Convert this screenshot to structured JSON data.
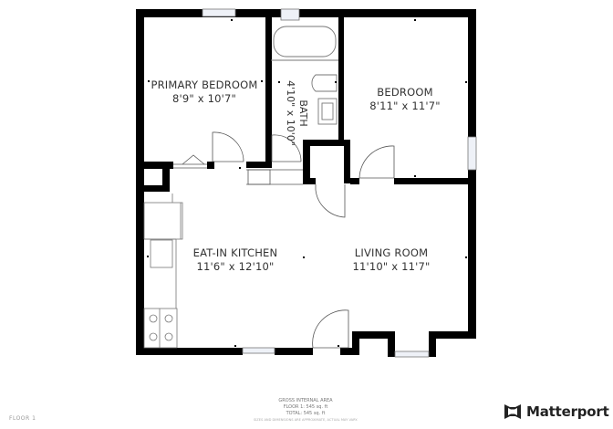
{
  "floorplan": {
    "rooms": [
      {
        "id": "primary-bedroom",
        "name": "PRIMARY BEDROOM",
        "dimensions": "8'9\" x 10'7\""
      },
      {
        "id": "bath",
        "name": "BATH",
        "dimensions": "4'10\" x 10'0\""
      },
      {
        "id": "bedroom",
        "name": "BEDROOM",
        "dimensions": "8'11\" x 11'7\""
      },
      {
        "id": "eat-in-kitchen",
        "name": "EAT-IN KITCHEN",
        "dimensions": "11'6\" x 12'10\""
      },
      {
        "id": "living-room",
        "name": "LIVING ROOM",
        "dimensions": "11'10\" x 11'7\""
      }
    ],
    "colors": {
      "wall": "#000000",
      "fixture": "#888888",
      "window": "#e8ecf4",
      "background": "#ffffff"
    }
  },
  "footer": {
    "area_title": "GROSS INTERNAL AREA",
    "floor_area": "FLOOR 1: 545 sq. ft",
    "total_area": "TOTAL: 545 sq. ft",
    "disclaimer": "SIZES AND DIMENSIONS ARE APPROXIMATE, ACTUAL MAY VARY.",
    "floor_label": "FLOOR 1"
  },
  "brand": {
    "name": "Matterport",
    "icon": "matterport-logo-icon"
  }
}
